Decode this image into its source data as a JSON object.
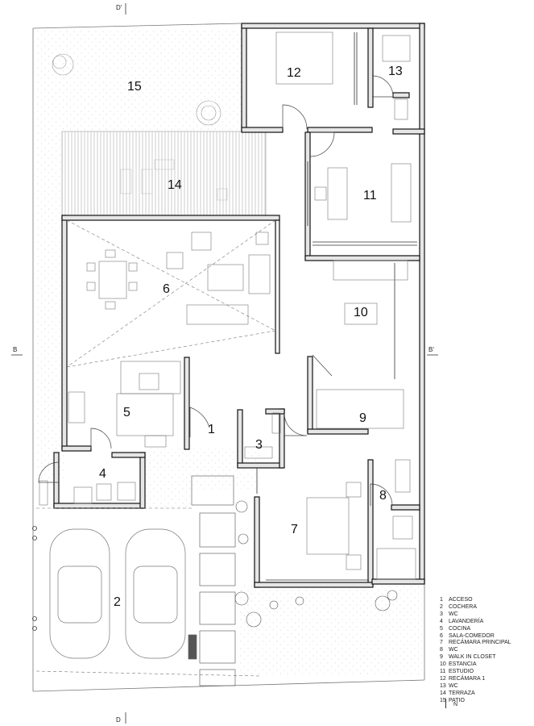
{
  "section_marks": {
    "top": "D'",
    "bottom": "D",
    "left": "B",
    "right": "B'"
  },
  "rooms": [
    {
      "num": "1",
      "name": "ACCESO"
    },
    {
      "num": "2",
      "name": "COCHERA"
    },
    {
      "num": "3",
      "name": "WC"
    },
    {
      "num": "4",
      "name": "LAVANDERÍA"
    },
    {
      "num": "5",
      "name": "COCINA"
    },
    {
      "num": "6",
      "name": "SALA-COMEDOR"
    },
    {
      "num": "7",
      "name": "RECÁMARA PRINCIPAL"
    },
    {
      "num": "8",
      "name": "WC"
    },
    {
      "num": "9",
      "name": "WALK IN CLOSET"
    },
    {
      "num": "10",
      "name": "ESTANCIA"
    },
    {
      "num": "11",
      "name": "ESTUDIO"
    },
    {
      "num": "12",
      "name": "RECÁMARA 1"
    },
    {
      "num": "13",
      "name": "WC"
    },
    {
      "num": "14",
      "name": "TERRAZA"
    },
    {
      "num": "15",
      "name": "PATIO"
    }
  ],
  "north_label": "N",
  "colors": {
    "wall": "#111111",
    "wall_fill": "#e6e6e6",
    "line": "#666666",
    "stipple": "#bbbbbb"
  }
}
